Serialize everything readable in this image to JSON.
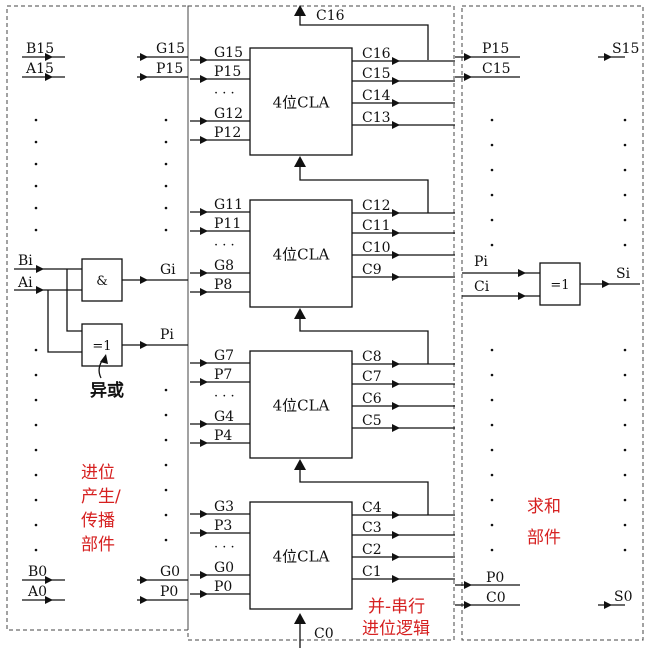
{
  "left_unit": {
    "top_inputs": [
      "B15",
      "A15"
    ],
    "bit_inputs": [
      "Bi",
      "Ai"
    ],
    "bottom_inputs": [
      "B0",
      "A0"
    ],
    "and_gate": "&",
    "xor_gate": "=1",
    "xor_note": "异或",
    "out_gi": "Gi",
    "out_pi": "Pi",
    "caption_lines": [
      "进位",
      "产生/",
      "传播",
      "部件"
    ],
    "outer_top": [
      "G15",
      "P15"
    ],
    "outer_bottom": [
      "G0",
      "P0"
    ]
  },
  "cla_blocks": [
    {
      "title": "4位CLA",
      "inputs": [
        "G15",
        "P15",
        "· · ·",
        "G12",
        "P12"
      ],
      "outputs": [
        "C16",
        "C15",
        "C14",
        "C13"
      ]
    },
    {
      "title": "4位CLA",
      "inputs": [
        "G11",
        "P11",
        "· · ·",
        "G8",
        "P8"
      ],
      "outputs": [
        "C12",
        "C11",
        "C10",
        "C9"
      ]
    },
    {
      "title": "4位CLA",
      "inputs": [
        "G7",
        "P7",
        "· · ·",
        "G4",
        "P4"
      ],
      "outputs": [
        "C8",
        "C7",
        "C6",
        "C5"
      ]
    },
    {
      "title": "4位CLA",
      "inputs": [
        "G3",
        "P3",
        "· · ·",
        "G0",
        "P0"
      ],
      "outputs": [
        "C4",
        "C3",
        "C2",
        "C1"
      ]
    }
  ],
  "middle_unit": {
    "top_out": "C16",
    "bottom_in": "C0",
    "caption_lines": [
      "并-串行",
      "进位逻辑"
    ]
  },
  "right_unit": {
    "top_inputs": [
      "P15",
      "C15"
    ],
    "bit_inputs": [
      "Pi",
      "Ci"
    ],
    "bottom_inputs": [
      "P0",
      "C0"
    ],
    "xor_gate": "=1",
    "top_out": "S15",
    "bit_out": "Si",
    "bottom_out": "S0",
    "caption_lines": [
      "求和",
      "部件"
    ]
  }
}
